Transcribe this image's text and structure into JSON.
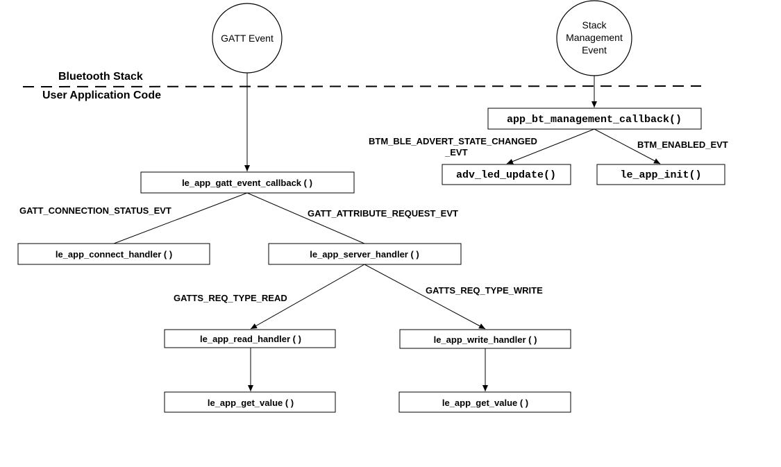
{
  "layers": {
    "upper": "Bluetooth Stack",
    "lower": "User Application Code"
  },
  "events": {
    "gatt": "GATT Event",
    "stack_line1": "Stack",
    "stack_line2": "Management",
    "stack_line3": "Event"
  },
  "nodes": {
    "app_bt_management_callback": "app_bt_management_callback()",
    "adv_led_update": "adv_led_update()",
    "le_app_init": "le_app_init()",
    "le_app_gatt_event_callback": "le_app_gatt_event_callback ( )",
    "le_app_connect_handler": "le_app_connect_handler ( )",
    "le_app_server_handler": "le_app_server_handler ( )",
    "le_app_read_handler": "le_app_read_handler ( )",
    "le_app_write_handler": "le_app_write_handler ( )",
    "le_app_get_value_left": "le_app_get_value ( )",
    "le_app_get_value_right": "le_app_get_value ( )"
  },
  "edge_labels": {
    "btm_adv_line1": "BTM_BLE_ADVERT_STATE_CHANGED",
    "btm_adv_line2": "_EVT",
    "btm_enabled": "BTM_ENABLED_EVT",
    "gatt_connection": "GATT_CONNECTION_STATUS_EVT",
    "gatt_attribute": "GATT_ATTRIBUTE_REQUEST_EVT",
    "gatts_read": "GATTS_REQ_TYPE_READ",
    "gatts_write": "GATTS_REQ_TYPE_WRITE"
  }
}
